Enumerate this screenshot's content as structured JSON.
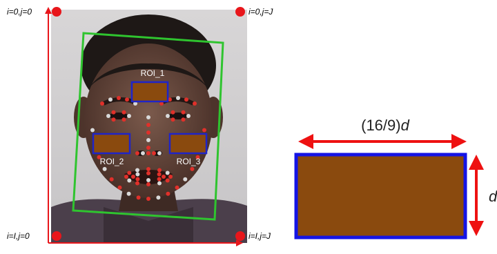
{
  "corners": {
    "top_left": "i=0,j=0",
    "top_right": "i=0,j=J",
    "bottom_left": "i=I,j=0",
    "bottom_right": "i=I,j=J"
  },
  "rois": [
    {
      "label": "ROI_1"
    },
    {
      "label": "ROI_2"
    },
    {
      "label": "ROI_3"
    }
  ],
  "diagram": {
    "width_label_prefix": "(16/9)",
    "width_label_var": "d",
    "height_label": "d"
  },
  "colors": {
    "axis_arrow": "#e8161b",
    "corner_dot": "#e8161b",
    "face_box": "#2fc42f",
    "roi_border": "#1f24c8",
    "roi_fill": "#8a4a0e",
    "ratio_box_border": "#1414e6",
    "dimension_arrow": "#ee1111"
  }
}
